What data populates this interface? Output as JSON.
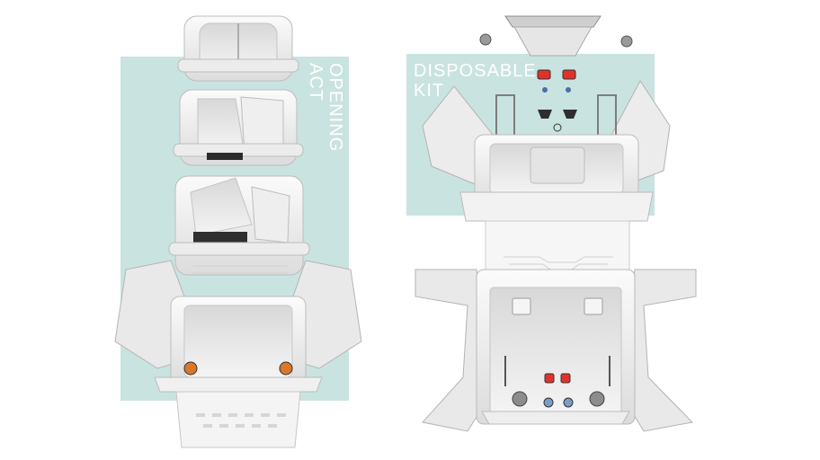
{
  "left_section": {
    "label_line1": "OPENING",
    "label_line2": "ACT"
  },
  "right_section": {
    "label_line1": "DISPOSABLE",
    "label_line2": "KIT"
  },
  "colors": {
    "panel": "#c9e3e0",
    "device_body": "#f2f2f2",
    "device_shadow": "#c8c8c8",
    "accent_red": "#e0322b",
    "accent_orange": "#d9782a"
  }
}
